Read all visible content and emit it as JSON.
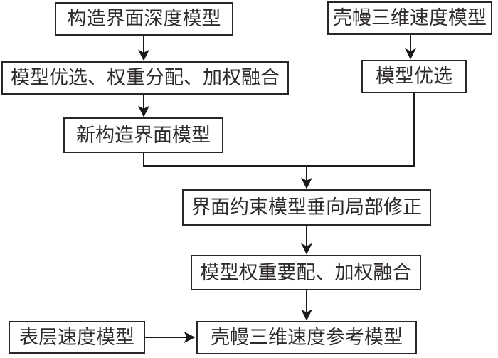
{
  "diagram": {
    "description": "Flowchart for building a crust-mantle 3D velocity reference model",
    "colors": {
      "background": "#ffffff",
      "box_border": "#2a2627",
      "text": "#2f2b2c",
      "line": "#1a1a1a"
    },
    "nodes": [
      {
        "id": "structure-interface-depth-model",
        "label": "构造界面深度模型"
      },
      {
        "id": "crust-mantle-3d-velocity-model",
        "label": "壳幔三维速度模型"
      },
      {
        "id": "selection-weighting-fusion",
        "label": "模型优选、权重分配、加权融合"
      },
      {
        "id": "model-selection",
        "label": "模型优选"
      },
      {
        "id": "new-structure-interface-model",
        "label": "新构造界面模型"
      },
      {
        "id": "interface-constrained-vertical-correction",
        "label": "界面约束模型垂向局部修正"
      },
      {
        "id": "model-weighting-fusion",
        "label": "模型权重要配、加权融合"
      },
      {
        "id": "surface-velocity-model",
        "label": "表层速度模型"
      },
      {
        "id": "crust-mantle-3d-reference-model",
        "label": "壳幔三维速度参考模型"
      }
    ],
    "edges": [
      {
        "from": "structure-interface-depth-model",
        "to": "selection-weighting-fusion"
      },
      {
        "from": "crust-mantle-3d-velocity-model",
        "to": "model-selection"
      },
      {
        "from": "selection-weighting-fusion",
        "to": "new-structure-interface-model"
      },
      {
        "from": "new-structure-interface-model",
        "to": "interface-constrained-vertical-correction"
      },
      {
        "from": "model-selection",
        "to": "interface-constrained-vertical-correction"
      },
      {
        "from": "interface-constrained-vertical-correction",
        "to": "model-weighting-fusion"
      },
      {
        "from": "model-weighting-fusion",
        "to": "crust-mantle-3d-reference-model"
      },
      {
        "from": "surface-velocity-model",
        "to": "crust-mantle-3d-reference-model"
      }
    ]
  }
}
